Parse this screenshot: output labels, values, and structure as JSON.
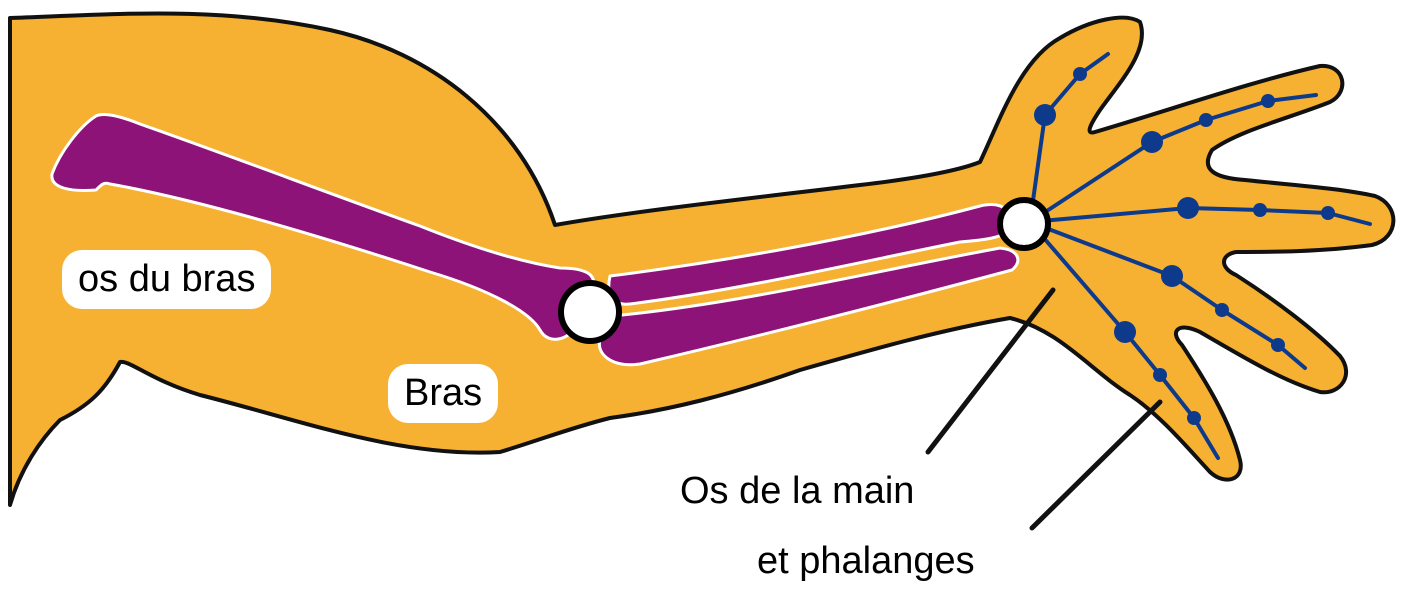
{
  "labels": {
    "arm_bone": "os du bras",
    "arm": "Bras",
    "hand_bones": "Os de la main",
    "phalanges": "et phalanges"
  },
  "colors": {
    "arm_fill": "#f6b032",
    "bone_fill": "#8e1379",
    "hand_bone": "#0e3a8c",
    "joint_fill": "#ffffff",
    "outline": "#111111"
  }
}
